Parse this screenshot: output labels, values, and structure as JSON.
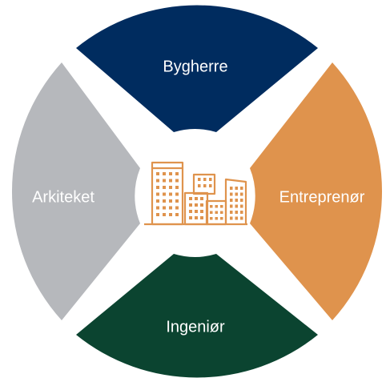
{
  "segments": [
    {
      "id": "top",
      "label": "Bygherre",
      "color": "#002c5f"
    },
    {
      "id": "right",
      "label": "Entreprenør",
      "color": "#df934d"
    },
    {
      "id": "bottom",
      "label": "Ingeniør",
      "color": "#0b4430"
    },
    {
      "id": "left",
      "label": "Arkiteket",
      "color": "#b6b8bc"
    }
  ],
  "center": {
    "icon": "buildings-icon",
    "icon_color": "#df934d"
  }
}
